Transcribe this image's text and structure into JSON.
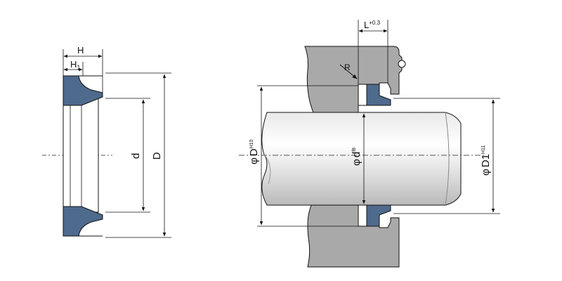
{
  "labels": {
    "section_H": "H",
    "section_H1_main": "H",
    "section_H1_sub": "1",
    "section_d": "d",
    "section_D": "D",
    "L_main": "L",
    "L_tol": "+0.3",
    "R": "R",
    "phiD_sym": "φ",
    "phiD_main": "D",
    "phiD_tol": "H10",
    "phid_sym": "φ",
    "phid_main": "d",
    "phid_tol": "f8",
    "phiD1_sym": "φ",
    "phiD1_main": "D1",
    "phiD1_tol": "H11"
  },
  "colors": {
    "seal": "#4e6a8c",
    "housing": "#a9a9a9",
    "line": "#111111",
    "shaft_light": "#ffffff",
    "shaft_dark": "#bdbdbd"
  }
}
